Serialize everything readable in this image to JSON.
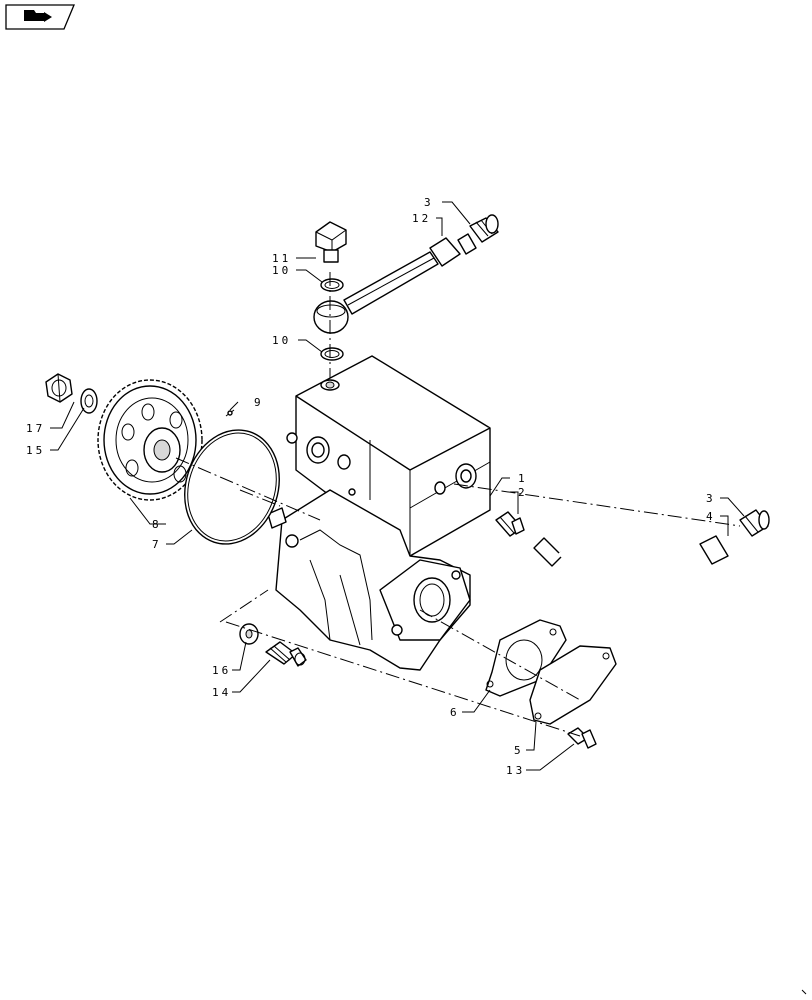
{
  "header": {
    "nav_icon": "next-page-arrow-icon"
  },
  "callouts": {
    "c1": "1",
    "c2": "2",
    "c3a": "3",
    "c3b": "3",
    "c4": "4",
    "c5": "5",
    "c6": "6",
    "c7": "7",
    "c8": "8",
    "c9": "9",
    "c10a": "10",
    "c10b": "10",
    "c11": "11",
    "c12": "12",
    "c13": "13",
    "c14": "14",
    "c15": "15",
    "c16": "16",
    "c17": "17"
  },
  "colors": {
    "line": "#000000",
    "background": "#ffffff",
    "shade": "#d8d8d8"
  }
}
